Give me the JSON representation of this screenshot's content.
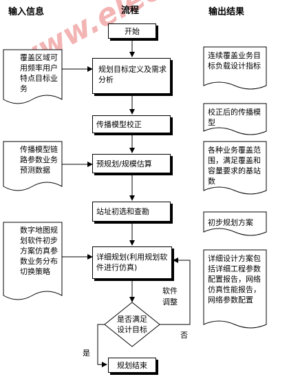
{
  "headers": {
    "input": "输入信息",
    "flow": "流程",
    "output": "输出结果"
  },
  "flow": {
    "start": "开始",
    "step1": "规划目标定义及需求分析",
    "step2": "传播模型校正",
    "step3": "预规划/规模估算",
    "step4": "站址初选和查勘",
    "step5": "详细规划(利用规划软件进行仿真)",
    "decision": "是否满足设计目标",
    "end": "规划结束",
    "yes_label": "是",
    "no_label": "否",
    "adjust_label": "软件调整"
  },
  "inputs": [
    "覆盖区域可用频率用户特点目标业务",
    "传播模型链路参数业务预测数据",
    "数字地图规划软件初步方案仿真参数业务分布切换策略"
  ],
  "outputs": [
    "连续覆盖业务目标负载设计指标",
    "校正后的传播模型",
    "各种业务覆盖范围，满足覆盖和容量要求的基站数",
    "初步规划方案",
    "详细设计方案包括详细工程参数配置报告，网络仿真性能报告，网络参数配置"
  ],
  "watermark": "www.elecfans.com"
}
